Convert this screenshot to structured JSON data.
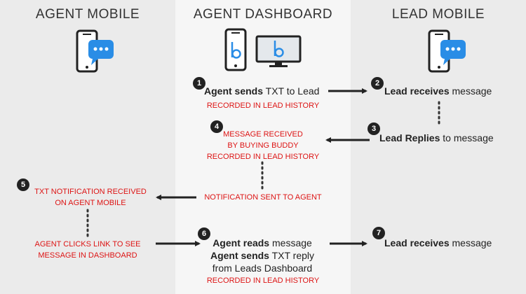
{
  "columns": {
    "left": "AGENT MOBILE",
    "middle": "AGENT DASHBOARD",
    "right": "LEAD MOBILE"
  },
  "steps": [
    {
      "num": "1",
      "bold": "Agent sends",
      "rest": " TXT to Lead",
      "note": "RECORDED IN LEAD HISTORY"
    },
    {
      "num": "2",
      "bold": "Lead receives",
      "rest": " message"
    },
    {
      "num": "3",
      "bold": "Lead Replies",
      "rest": " to message"
    },
    {
      "num": "4",
      "note_lines": [
        "MESSAGE RECEIVED",
        "BY BUYING BUDDY",
        "RECORDED IN LEAD HISTORY"
      ],
      "note2": "NOTIFICATION SENT TO AGENT"
    },
    {
      "num": "5",
      "note_lines": [
        "TXT NOTIFICATION RECEIVED",
        "ON AGENT MOBILE"
      ],
      "note2_lines": [
        "AGENT CLICKS LINK TO SEE",
        "MESSAGE IN DASHBOARD"
      ]
    },
    {
      "num": "6",
      "line1_bold": "Agent reads",
      "line1_rest": " message",
      "line2_bold": "Agent sends",
      "line2_rest": " TXT reply",
      "line3": "from Leads Dashboard",
      "note": "RECORDED IN LEAD HISTORY"
    },
    {
      "num": "7",
      "bold": "Lead receives",
      "rest": " message"
    }
  ],
  "colors": {
    "accent": "#2a8de6",
    "note": "#dd1414"
  },
  "icons": [
    "phone-chat-icon",
    "phone-logo-icon",
    "monitor-logo-icon"
  ]
}
